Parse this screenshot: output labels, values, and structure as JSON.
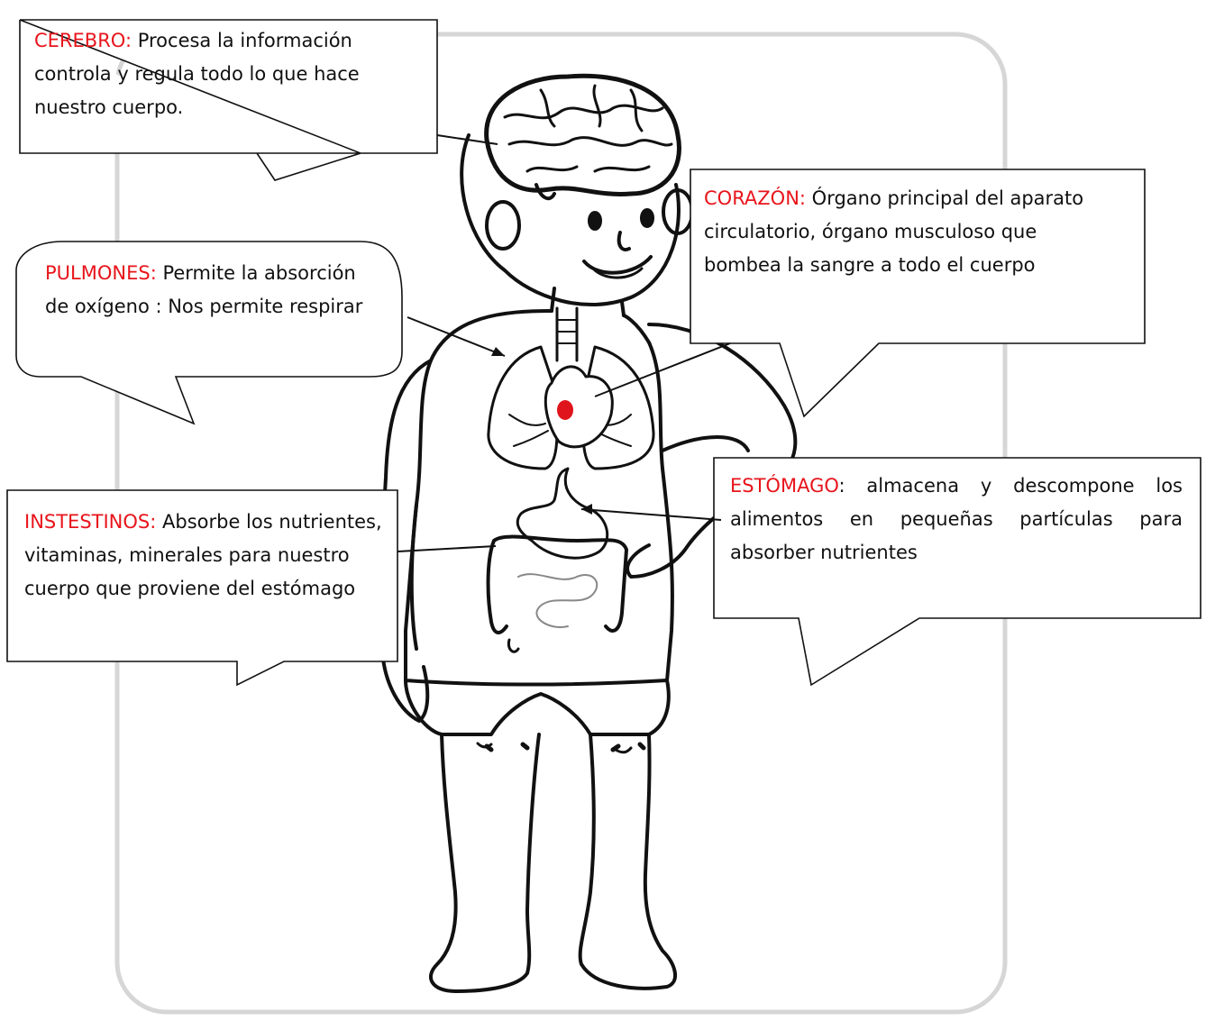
{
  "callouts": {
    "cerebro": {
      "term": "CEREBRO:",
      "text": " Procesa la información controla y regula todo lo que hace nuestro cuerpo."
    },
    "corazon": {
      "term": "CORAZÓN:",
      "text": " Órgano principal del aparato circulatorio, órgano musculoso que bombea la sangre a todo el cuerpo"
    },
    "pulmones": {
      "term": "PULMONES:",
      "text": " Permite la absorción de oxígeno : Nos permite respirar"
    },
    "intestinos": {
      "term": "INSTESTINOS:",
      "text": " Absorbe los nutrientes, vitaminas, minerales para nuestro cuerpo que proviene del estómago"
    },
    "estomago": {
      "term": "ESTÓMAGO",
      "text": ": almacena y descompone los alimentos en pequeñas partículas para absorber nutrientes"
    }
  },
  "colors": {
    "term": "#e8141b",
    "heart": "#e0141c",
    "ink": "#111111",
    "frame": "#d6d6d6"
  }
}
